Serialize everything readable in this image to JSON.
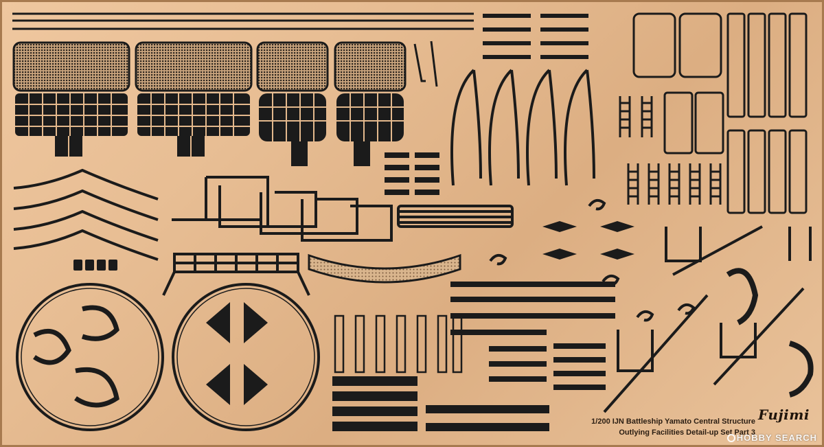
{
  "caption": {
    "line1": "1/200 IJN Battleship Yamato Central Structure",
    "line2": "Outlying Facilities Detail-up Set Part 3"
  },
  "brand": "Fujimi",
  "watermark": "HOBBY SEARCH",
  "colors": {
    "brass": "#e4b98d",
    "etch": "#1b1b1b",
    "frame": "#a77a4f"
  }
}
